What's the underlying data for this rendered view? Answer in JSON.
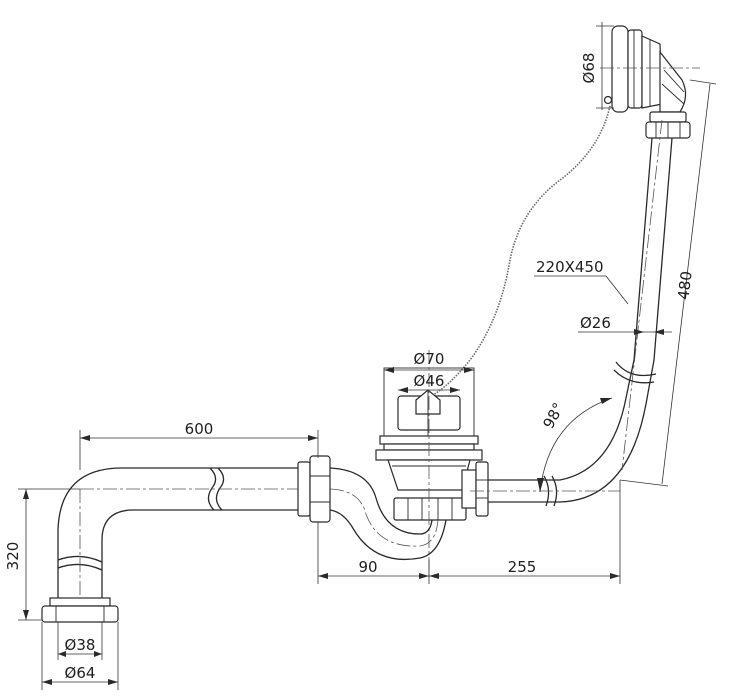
{
  "drawing": {
    "type": "technical-drawing",
    "subject": "bathtub drain and overflow siphon",
    "dimensions": {
      "overflow_diameter": "Ø68",
      "chain_length": "220X450",
      "overflow_pipe_length": "480",
      "overflow_pipe_diameter": "Ø26",
      "drain_outer_diameter": "Ø70",
      "drain_inner_diameter": "Ø46",
      "bend_angle": "98°",
      "horizontal_length": "600",
      "vertical_height": "320",
      "offset_to_drain": "90",
      "drain_to_overflow": "255",
      "outlet_inner_diameter": "Ø38",
      "outlet_outer_diameter": "Ø64"
    }
  }
}
